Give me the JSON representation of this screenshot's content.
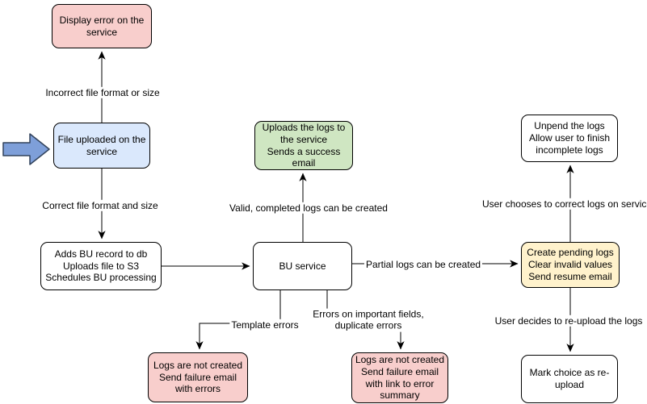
{
  "colors": {
    "node_pink": "#f8cecc",
    "node_blue": "#dae8fc",
    "node_green": "#cfe6c2",
    "node_yellow": "#fff2cc",
    "node_white": "#ffffff",
    "node_border": "#000000",
    "edge_stroke": "#000000",
    "block_arrow_fill": "#7e9fd9",
    "background": "#ffffff"
  },
  "nodes": {
    "display_error": {
      "label": "Display error on the\nservice"
    },
    "file_uploaded": {
      "label": "File uploaded on the\nservice"
    },
    "adds_bu_record": {
      "label": "Adds BU record to db\nUploads file to S3\nSchedules BU processing"
    },
    "uploads_logs": {
      "label": "Uploads the logs to\nthe service\nSends a success\nemail"
    },
    "bu_service": {
      "label": "BU service"
    },
    "logs_not_created_errors": {
      "label": "Logs are not created\nSend failure email\nwith errors"
    },
    "logs_not_created_link": {
      "label": "Logs are not created\nSend failure email\nwith link to error\nsummary"
    },
    "create_pending_logs": {
      "label": "Create pending logs\nClear invalid values\nSend resume email"
    },
    "unpend_logs": {
      "label": "Unpend the logs\nAllow user to finish\nincomplete logs"
    },
    "mark_choice": {
      "label": "Mark choice as re-\nupload"
    }
  },
  "edge_labels": {
    "incorrect_format": "Incorrect file format or size",
    "correct_format": "Correct file format and size",
    "valid_completed": "Valid, completed logs can be created",
    "partial_logs": "Partial logs can be created",
    "template_errors": "Template errors",
    "important_fields": "Errors on important fields,\nduplicate errors",
    "user_corrects": "User chooses to correct logs on service",
    "user_reuploads": "User decides to re-upload the logs"
  },
  "icons": {
    "block_arrow": "right-block-arrow"
  }
}
